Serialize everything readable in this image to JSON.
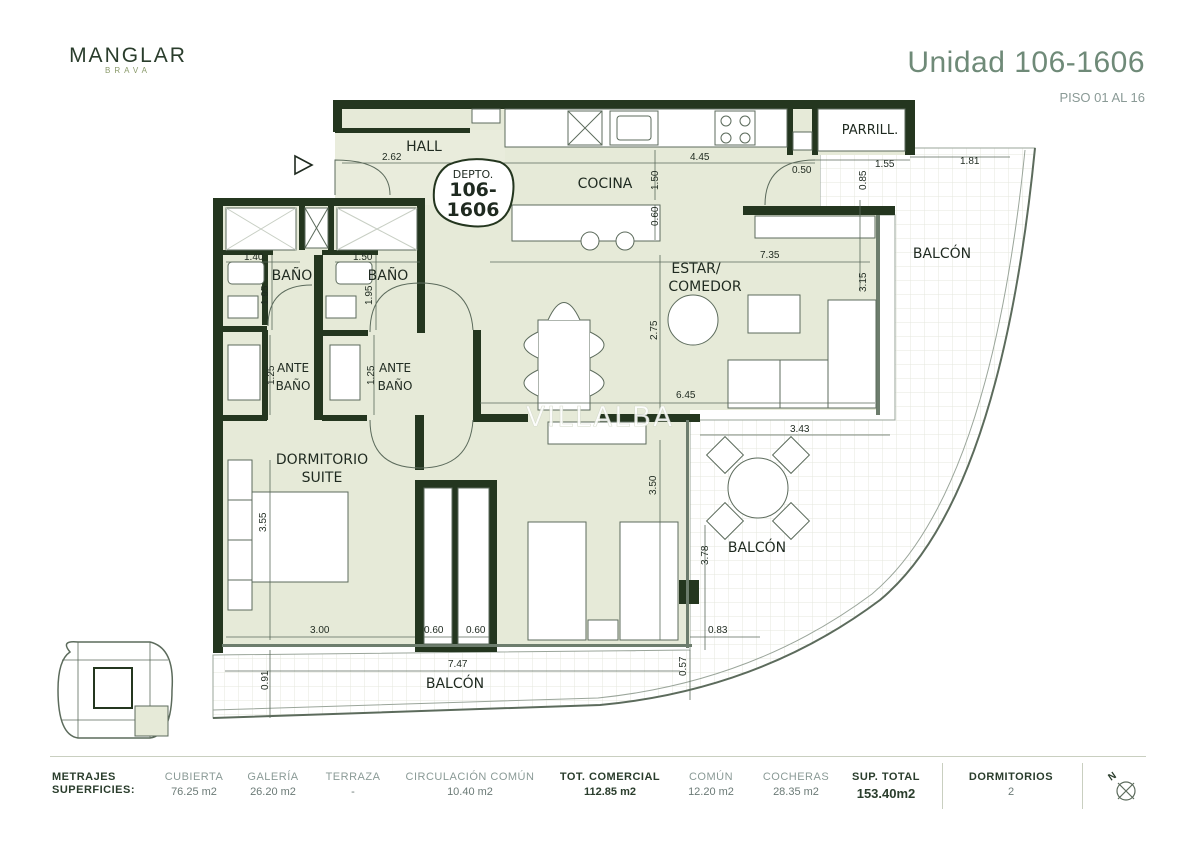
{
  "brand": {
    "name": "MANGLAR",
    "sub": "BRAVA"
  },
  "unit": {
    "title": "Unidad 106-1606",
    "floors": "PISO 01 AL 16"
  },
  "plan": {
    "depto_line1": "DEPTO.",
    "depto_line2": "106-",
    "depto_line3": "1606",
    "watermark": "VILLALBA",
    "rooms": {
      "hall": "HALL",
      "cocina": "COCINA",
      "parrilla": "PARRILL.",
      "estar": "ESTAR/",
      "comedor": "COMEDOR",
      "bano1": "BAÑO",
      "bano2": "BAÑO",
      "ante1a": "ANTE",
      "ante1b": "BAÑO",
      "ante2a": "ANTE",
      "ante2b": "BAÑO",
      "dorm1": "DORMITORIO",
      "dorm2": "SUITE",
      "balcon_right": "BALCÓN",
      "balcon_mid": "BALCÓN",
      "balcon_bottom": "BALCÓN"
    },
    "dims": {
      "d262": "2.62",
      "d445": "4.45",
      "d050": "0.50",
      "d155": "1.55",
      "d181": "1.81",
      "d085": "0.85",
      "d150a": "1.50",
      "d060a": "0.60",
      "d140": "1.40",
      "d150b": "1.50",
      "d735": "7.35",
      "d315": "3.15",
      "d195a": "1.95",
      "d195b": "1.95",
      "d275": "2.75",
      "d125a": "1.25",
      "d125b": "1.25",
      "d645": "6.45",
      "d343": "3.43",
      "d350": "3.50",
      "d355": "3.55",
      "d378": "3.78",
      "d300": "3.00",
      "d060b": "0.60",
      "d060c": "0.60",
      "d083": "0.83",
      "d747": "7.47",
      "d091": "0.91",
      "d057": "0.57"
    }
  },
  "footer": {
    "title1": "METRAJES",
    "title2": "SUPERFICIES:",
    "cols": [
      {
        "label": "CUBIERTA",
        "value": "76.25 m2"
      },
      {
        "label": "GALERÍA",
        "value": "26.20 m2"
      },
      {
        "label": "TERRAZA",
        "value": "-"
      },
      {
        "label": "CIRCULACIÓN COMÚN",
        "value": "10.40 m2"
      },
      {
        "label": "TOT. COMERCIAL",
        "value": "112.85 m2"
      },
      {
        "label": "COMÚN",
        "value": "12.20 m2"
      },
      {
        "label": "COCHERAS",
        "value": "28.35 m2"
      },
      {
        "label": "SUP. TOTAL",
        "value": "153.40m2"
      },
      {
        "label": "DORMITORIOS",
        "value": "2"
      }
    ],
    "north": "N"
  },
  "colors": {
    "wall": "#24361f",
    "floor": "#e6ead8",
    "text": "#1f2a20",
    "accent": "#6f8a78"
  }
}
